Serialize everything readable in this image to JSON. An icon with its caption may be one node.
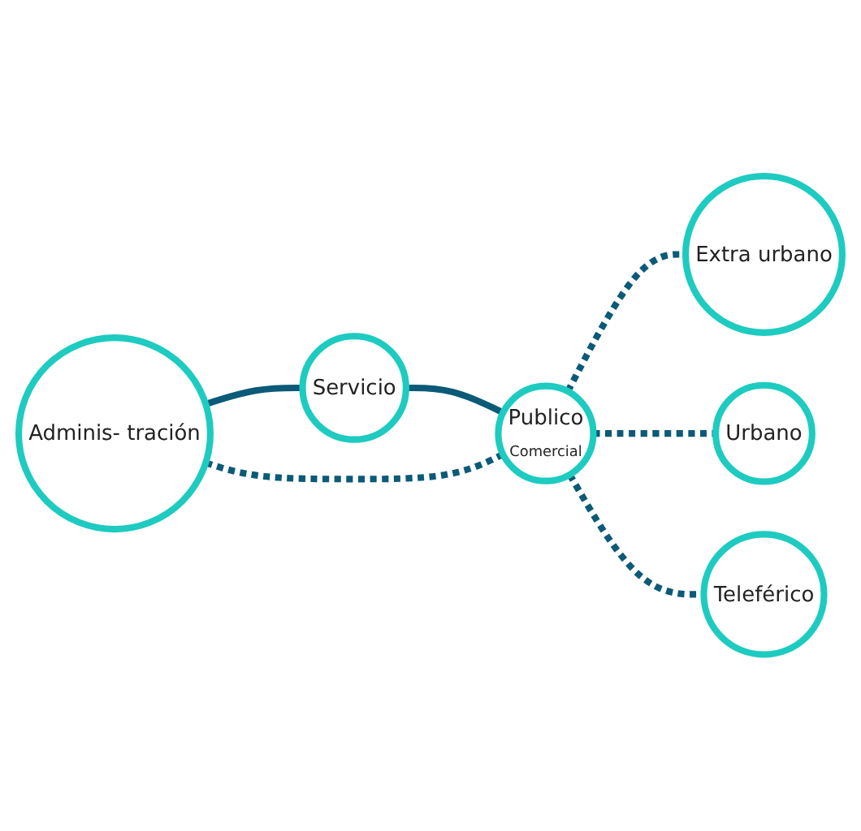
{
  "diagram": {
    "nodes": [
      {
        "text": [
          "Adminis- tración"
        ]
      },
      {
        "text": [
          "Extra urbano"
        ]
      },
      {
        "text": [
          "Servicio"
        ]
      },
      {
        "text": [
          "Publico",
          "Comercial"
        ]
      },
      {
        "text": [
          "Urbano"
        ]
      },
      {
        "text": [
          "Teleférico"
        ]
      }
    ],
    "edges": [
      {
        "from": 0,
        "to": 2,
        "arrow": "none"
      },
      {
        "from": 2,
        "to": 3,
        "arrow": "none"
      },
      {
        "from": 0,
        "to": 3,
        "arrow": "none",
        "style": "dashed"
      },
      {
        "from": 3,
        "to": 1,
        "arrow": "none",
        "style": "dashed"
      },
      {
        "from": 3,
        "to": 4,
        "arrow": "none",
        "style": "dashed"
      },
      {
        "from": 3,
        "to": 5,
        "arrow": "none",
        "style": "dashed"
      }
    ]
  }
}
